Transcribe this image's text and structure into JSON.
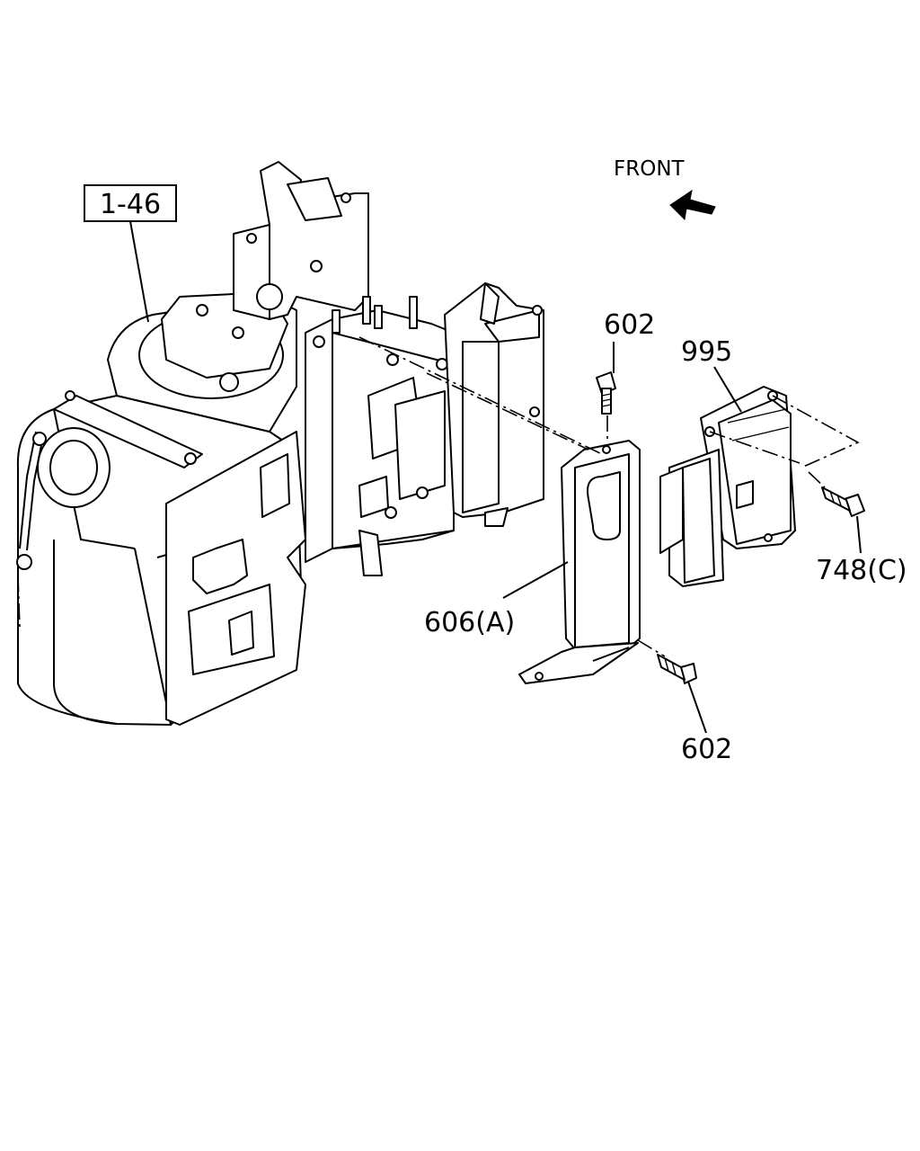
{
  "diagram": {
    "front_label": "FRONT",
    "callouts": {
      "ref_box": "1-46",
      "bolt_top": "602",
      "ecm": "995",
      "bolt_ecm": "748(C)",
      "bracket": "606(A)",
      "bolt_bottom": "602"
    }
  }
}
